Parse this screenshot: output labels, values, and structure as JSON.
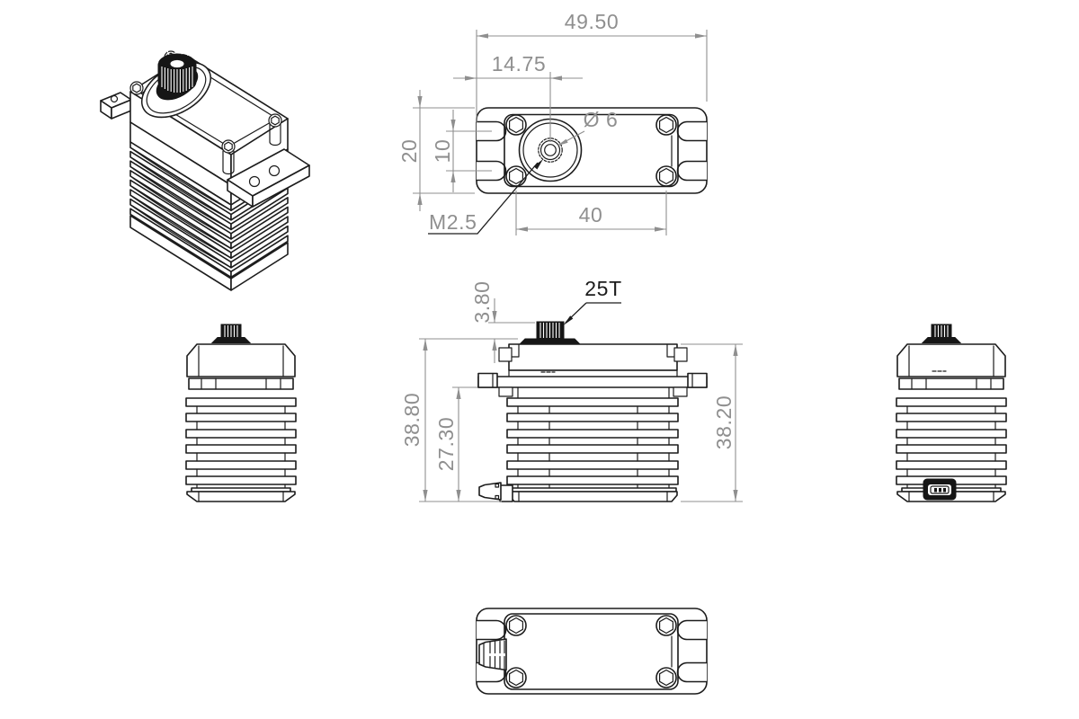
{
  "drawing": {
    "background_color": "#ffffff",
    "line_color": "#1c1c1c",
    "dim_color": "#8f8f8f",
    "annotation_dark_color": "#1c1c1c",
    "views": {
      "isometric": "isometric-view",
      "top": "top-view",
      "side_left": "left-side-view",
      "front": "front-view",
      "side_right": "right-side-view",
      "bottom": "bottom-view"
    },
    "dimensions": {
      "top": {
        "overall_width": "49.50",
        "shaft_offset": "14.75",
        "body_depth": "20",
        "slot_spacing": "10",
        "screw_span": "40",
        "shaft_diameter": "Ø 6",
        "thread_callout": "M2.5"
      },
      "front": {
        "spline_height": "3.80",
        "spline_callout": "25T",
        "overall_height": "38.80",
        "lower_body_height": "27.30",
        "case_height": "38.20"
      }
    }
  }
}
